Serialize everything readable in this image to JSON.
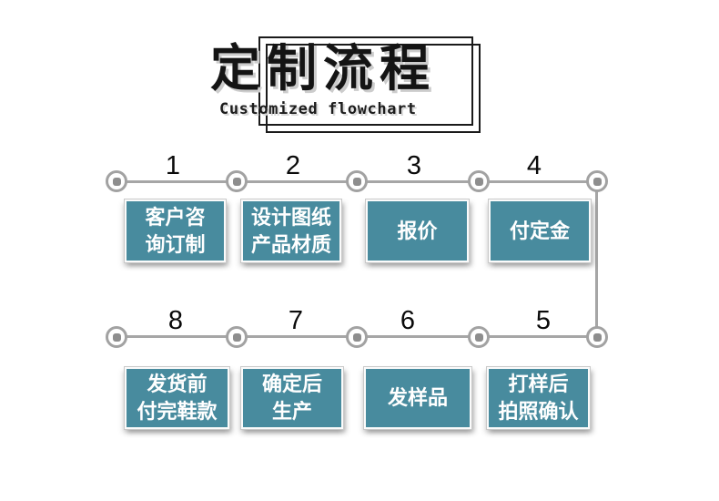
{
  "page": {
    "background": "#ffffff"
  },
  "header": {
    "title": "定制流程",
    "subtitle": "Customized flowchart"
  },
  "colors": {
    "box_fill": "#488b9e",
    "line_gray": "#a6a6a6",
    "frame_color": "#1a1a1a",
    "number_color": "#0a0a0a"
  },
  "flow": {
    "rows": [
      {
        "name": "top-row",
        "steps": [
          {
            "num": "1",
            "label": "客户咨\n询订制"
          },
          {
            "num": "2",
            "label": "设计图纸\n产品材质"
          },
          {
            "num": "3",
            "label": "报价"
          },
          {
            "num": "4",
            "label": "付定金"
          }
        ]
      },
      {
        "name": "bottom-row",
        "steps": [
          {
            "num": "8",
            "label": "发货前\n付完鞋款"
          },
          {
            "num": "7",
            "label": "确定后\n生产"
          },
          {
            "num": "6",
            "label": "发样品"
          },
          {
            "num": "5",
            "label": "打样后\n拍照确认"
          }
        ]
      }
    ]
  }
}
